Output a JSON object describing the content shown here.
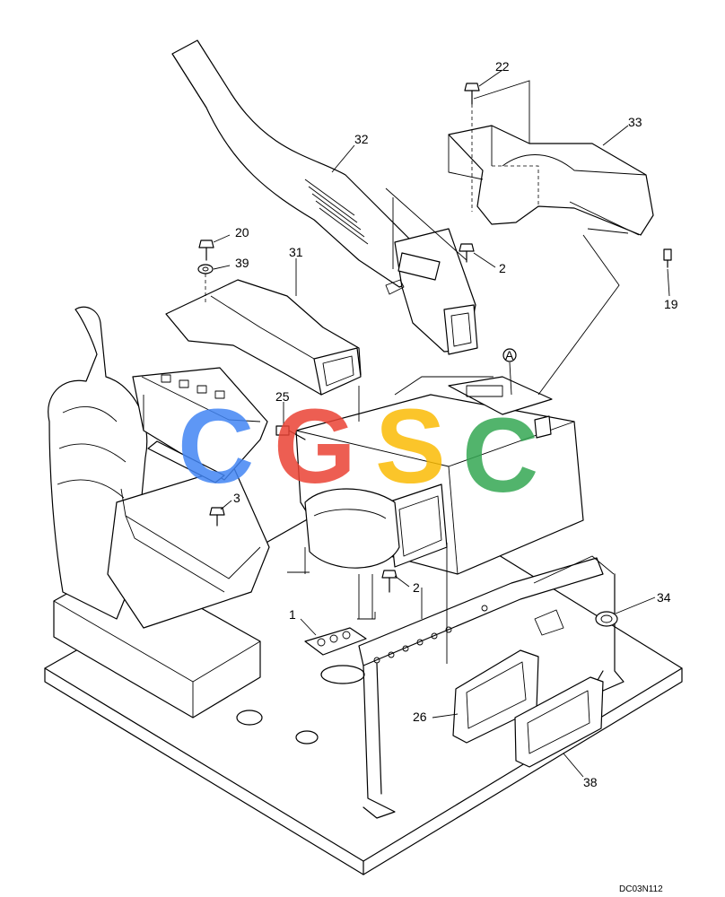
{
  "diagram": {
    "callouts": {
      "c1": "1",
      "c2a": "2",
      "c2b": "2",
      "c3": "3",
      "c19": "19",
      "c20": "20",
      "c22": "22",
      "c25": "25",
      "c26": "26",
      "c31": "31",
      "c32": "32",
      "c33": "33",
      "c34": "34",
      "c38": "38",
      "c39": "39",
      "cA": "A"
    },
    "drawing_code": "DC03N112"
  },
  "watermark": {
    "letters": [
      "C",
      "G",
      "S",
      "C"
    ],
    "colors": [
      "#4285f4",
      "#ea4335",
      "#fbbc05",
      "#34a853"
    ]
  }
}
